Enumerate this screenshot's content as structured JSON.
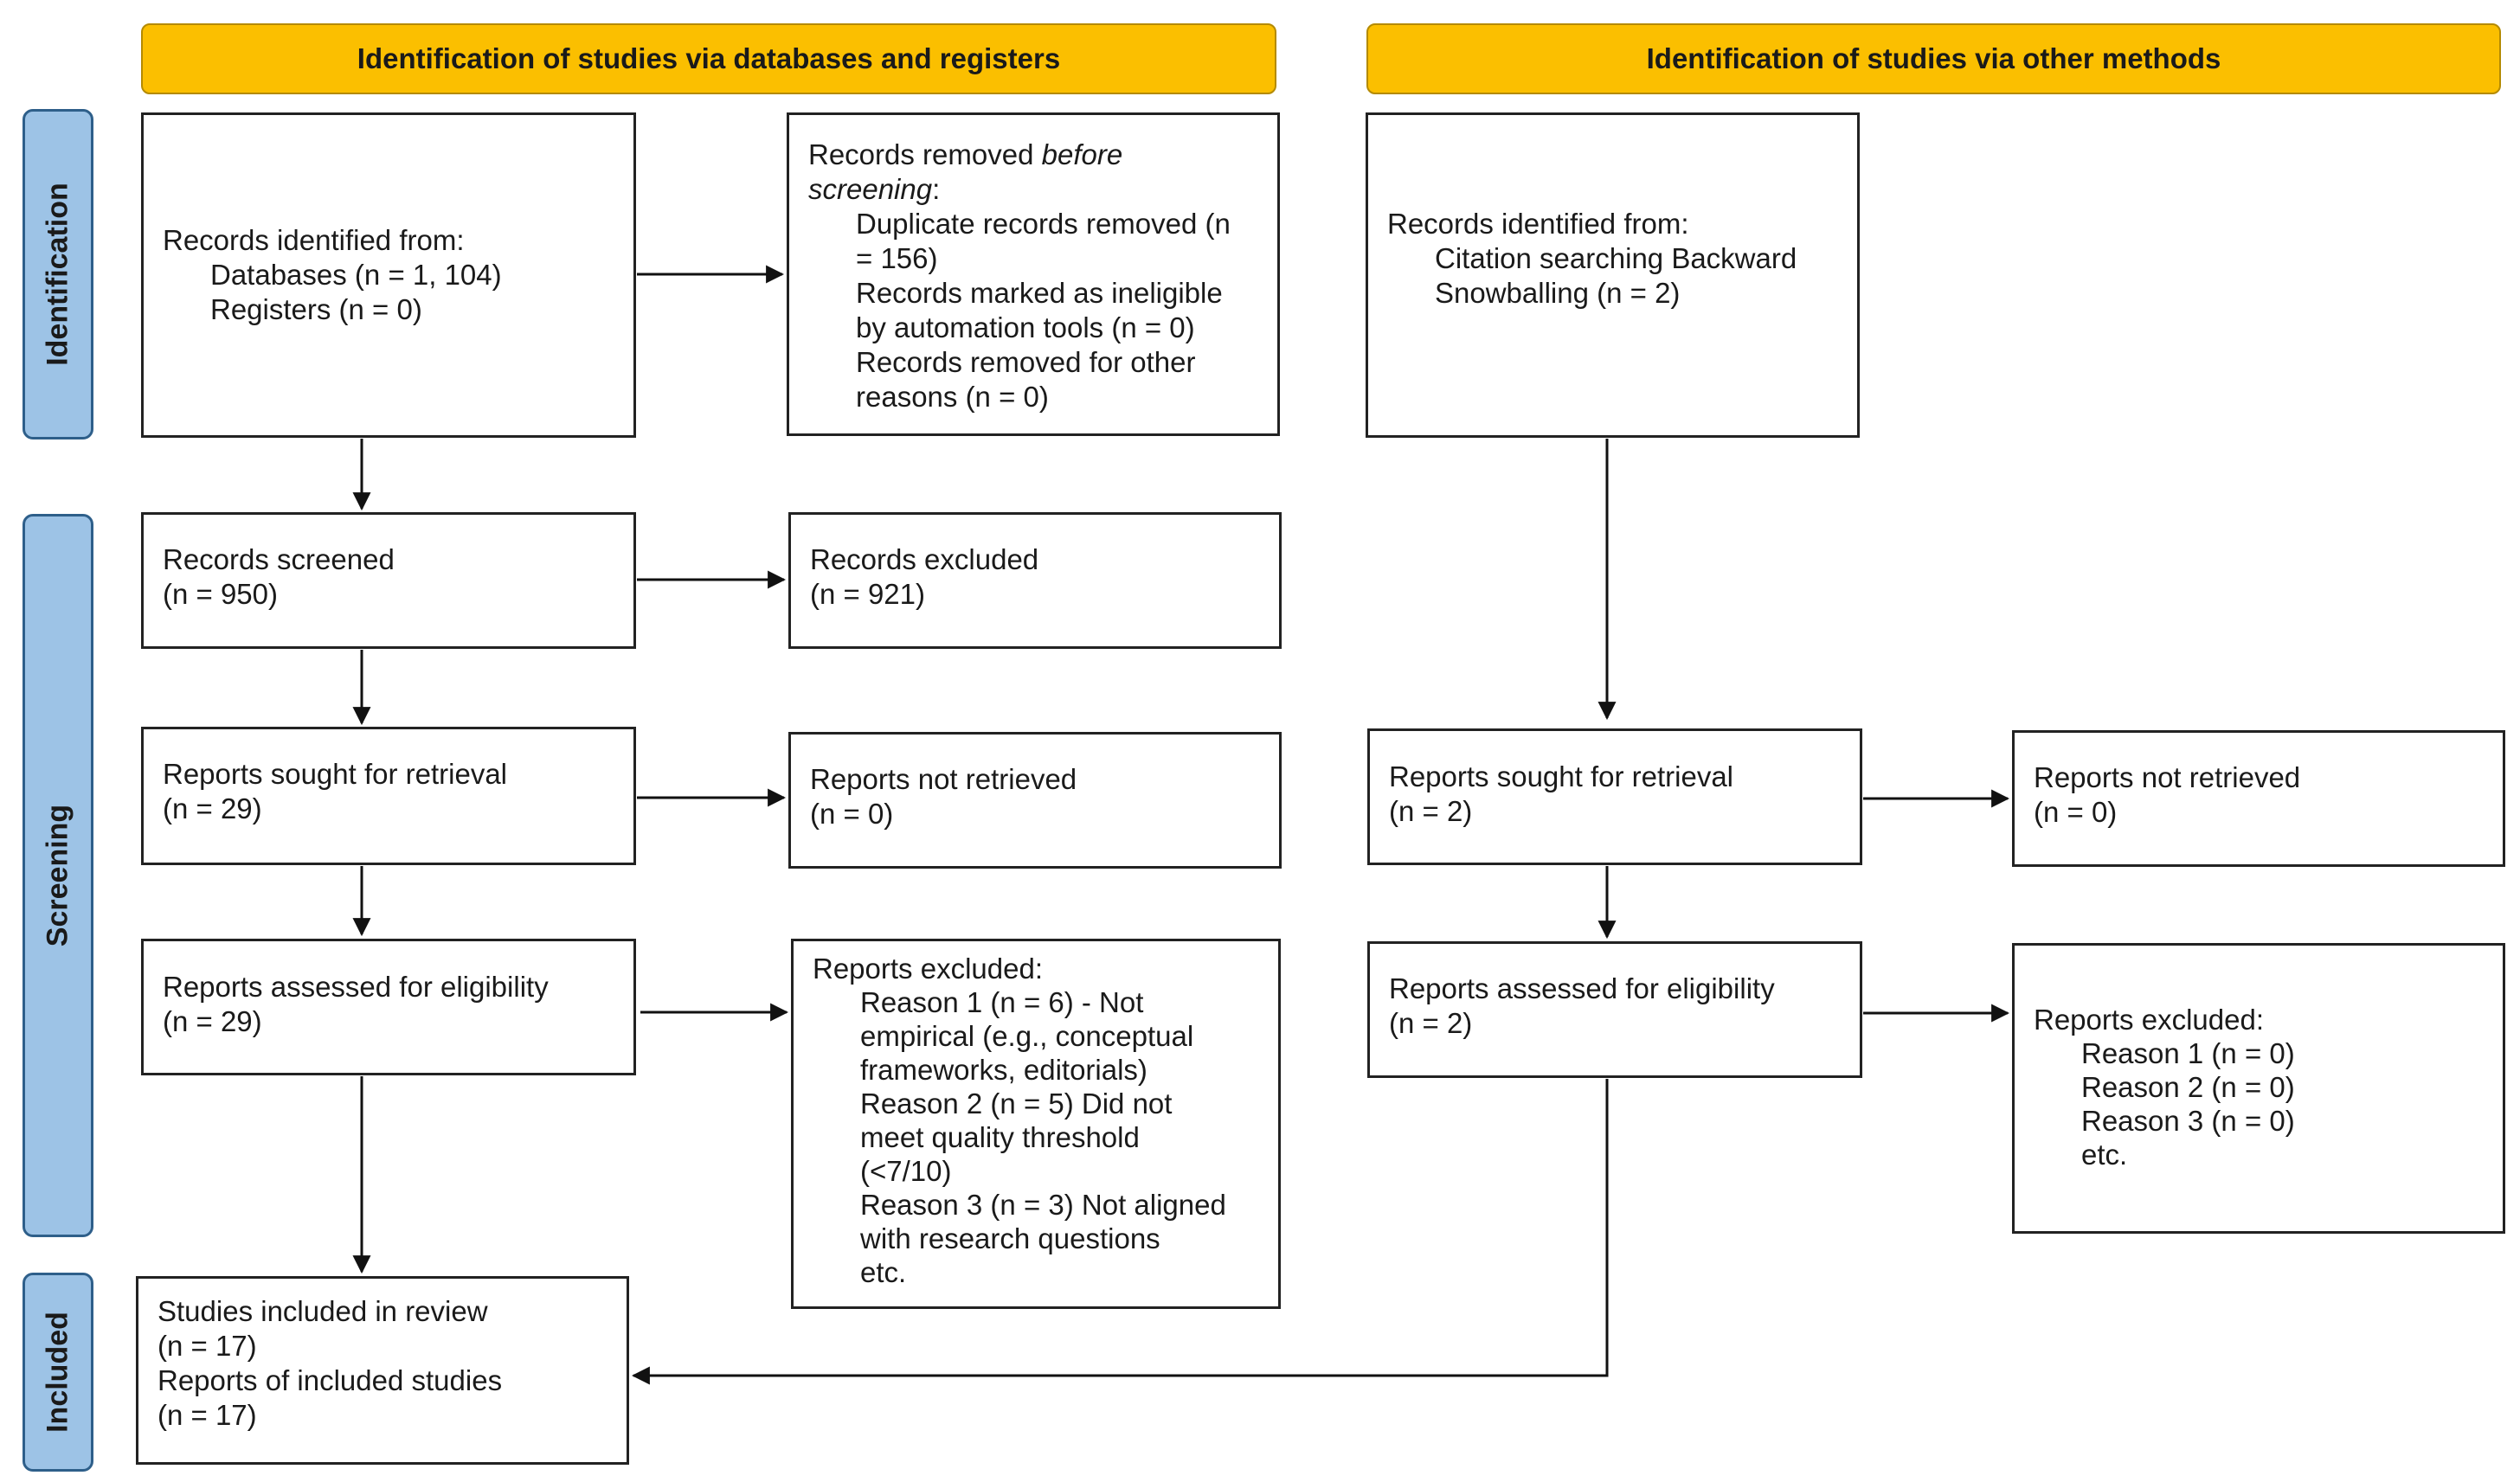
{
  "headers": {
    "databases": "Identification of studies via databases and registers",
    "other": "Identification of studies via other methods"
  },
  "phases": {
    "identification": "Identification",
    "screening": "Screening",
    "included": "Included"
  },
  "db": {
    "identified": {
      "title": "Records identified from:",
      "lines": [
        "Databases (n = 1, 104)",
        "Registers (n = 0)"
      ]
    },
    "removed": {
      "title_a": "Records removed ",
      "title_b": "before",
      "title_c": "screening",
      "title_d": ":",
      "lines": [
        "Duplicate records removed (n",
        "= 156)",
        "Records marked as ineligible",
        "by automation tools (n = 0)",
        "Records removed for other",
        "reasons (n = 0)"
      ]
    },
    "screened": {
      "title": "Records screened",
      "n": "(n = 950)"
    },
    "excluded": {
      "title": "Records excluded",
      "n": "(n = 921)"
    },
    "sought": {
      "title": "Reports sought for retrieval",
      "n": "(n = 29)"
    },
    "not_retrieved": {
      "title": "Reports not retrieved",
      "n": "(n = 0)"
    },
    "assessed": {
      "title": "Reports assessed for eligibility",
      "n": "(n = 29)"
    },
    "reports_excluded": {
      "title": "Reports excluded:",
      "lines": [
        "Reason 1 (n = 6) - Not",
        "empirical (e.g., conceptual",
        "frameworks, editorials)",
        "Reason 2 (n = 5) Did not",
        "meet quality threshold",
        "(<7/10)",
        "Reason 3 (n = 3) Not aligned",
        "with research questions",
        "etc."
      ]
    }
  },
  "other": {
    "identified": {
      "title": "Records identified from:",
      "lines": [
        "Citation searching Backward",
        "Snowballing (n = 2)"
      ]
    },
    "sought": {
      "title": "Reports sought for retrieval",
      "n": "(n = 2)"
    },
    "not_retrieved": {
      "title": "Reports not retrieved",
      "n": "(n = 0)"
    },
    "assessed": {
      "title": "Reports assessed for eligibility",
      "n": "(n = 2)"
    },
    "reports_excluded": {
      "title": "Reports excluded:",
      "lines": [
        "Reason 1 (n = 0)",
        "Reason 2 (n = 0)",
        "Reason 3 (n = 0)",
        "etc."
      ]
    }
  },
  "included": {
    "lines": [
      "Studies included in review",
      "(n = 17)",
      "Reports of included studies",
      "(n = 17)"
    ]
  },
  "colors": {
    "header_fill": "#fbbf00",
    "phase_fill": "#9dc3e6",
    "phase_border": "#2e5f8a",
    "box_border": "#222222"
  }
}
